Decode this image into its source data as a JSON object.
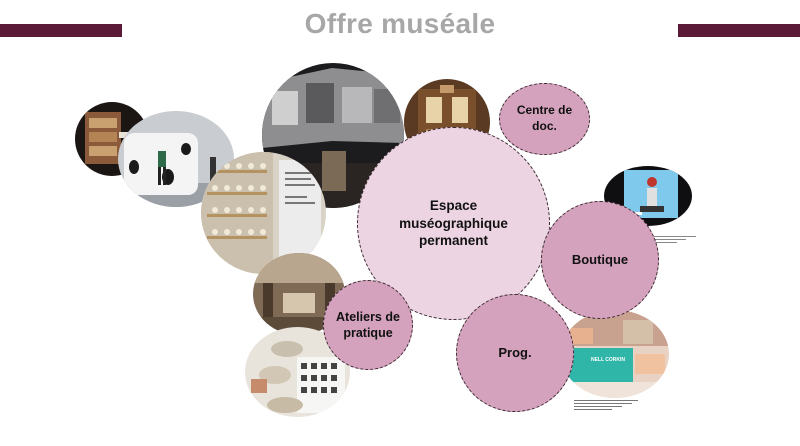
{
  "slide": {
    "title": "Offre muséale",
    "bubbles": {
      "center": "Espace muséographique permanent",
      "centre_doc": "Centre de doc.",
      "boutique": "Boutique",
      "prog": "Prog.",
      "ateliers": "Ateliers de pratique"
    },
    "colors": {
      "accent_bar": "#5a1a38",
      "title": "#a7a7a7",
      "center_fill": "#ecd4e3",
      "bubble_fill": "#d4a2bd"
    },
    "photo_texts": {
      "teal_banner": "NELL CORKIN"
    }
  }
}
